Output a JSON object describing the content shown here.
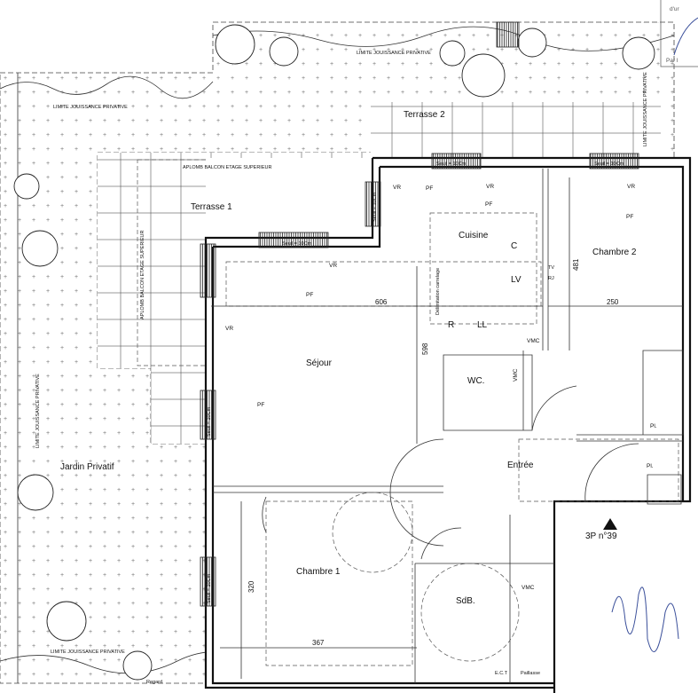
{
  "rooms": {
    "sejour": "Séjour",
    "cuisine": "Cuisine",
    "chambre1": "Chambre 1",
    "chambre2": "Chambre 2",
    "wc": "WC.",
    "entree": "Entrée",
    "sdb": "SdB.",
    "terrasse1": "Terrasse 1",
    "terrasse2": "Terrasse 2",
    "jardin": "Jardin Privatif"
  },
  "unit_label": "3P n°39",
  "dimensions": {
    "sejour_width": "606",
    "chambre2_width": "250",
    "chambre2_depth": "481",
    "sejour_depth": "598",
    "chambre1_depth": "320",
    "chambre1_width": "367"
  },
  "annotations": {
    "limite": "LIMITE JOUISSANCE PRIVATIVE",
    "aplomb": "APLOMB BALCON ETAGE SUPERIEUR",
    "seuil": "Seuil = 10Cm",
    "delimitation": "Délimitation carrelage",
    "pf": "PF",
    "vr": "VR",
    "vmc": "VMC",
    "c": "C",
    "lv": "LV",
    "r": "R",
    "ll": "LL",
    "pl": "Pl.",
    "tv": "TV",
    "rj": "RJ",
    "ect": "E.C.T",
    "paillasse": "Paillasse",
    "regard": "Regard"
  },
  "stamp": {
    "line1": "d'ur",
    "line2": "Par l"
  },
  "colors": {
    "ink": "#111111",
    "paper": "#ffffff"
  }
}
